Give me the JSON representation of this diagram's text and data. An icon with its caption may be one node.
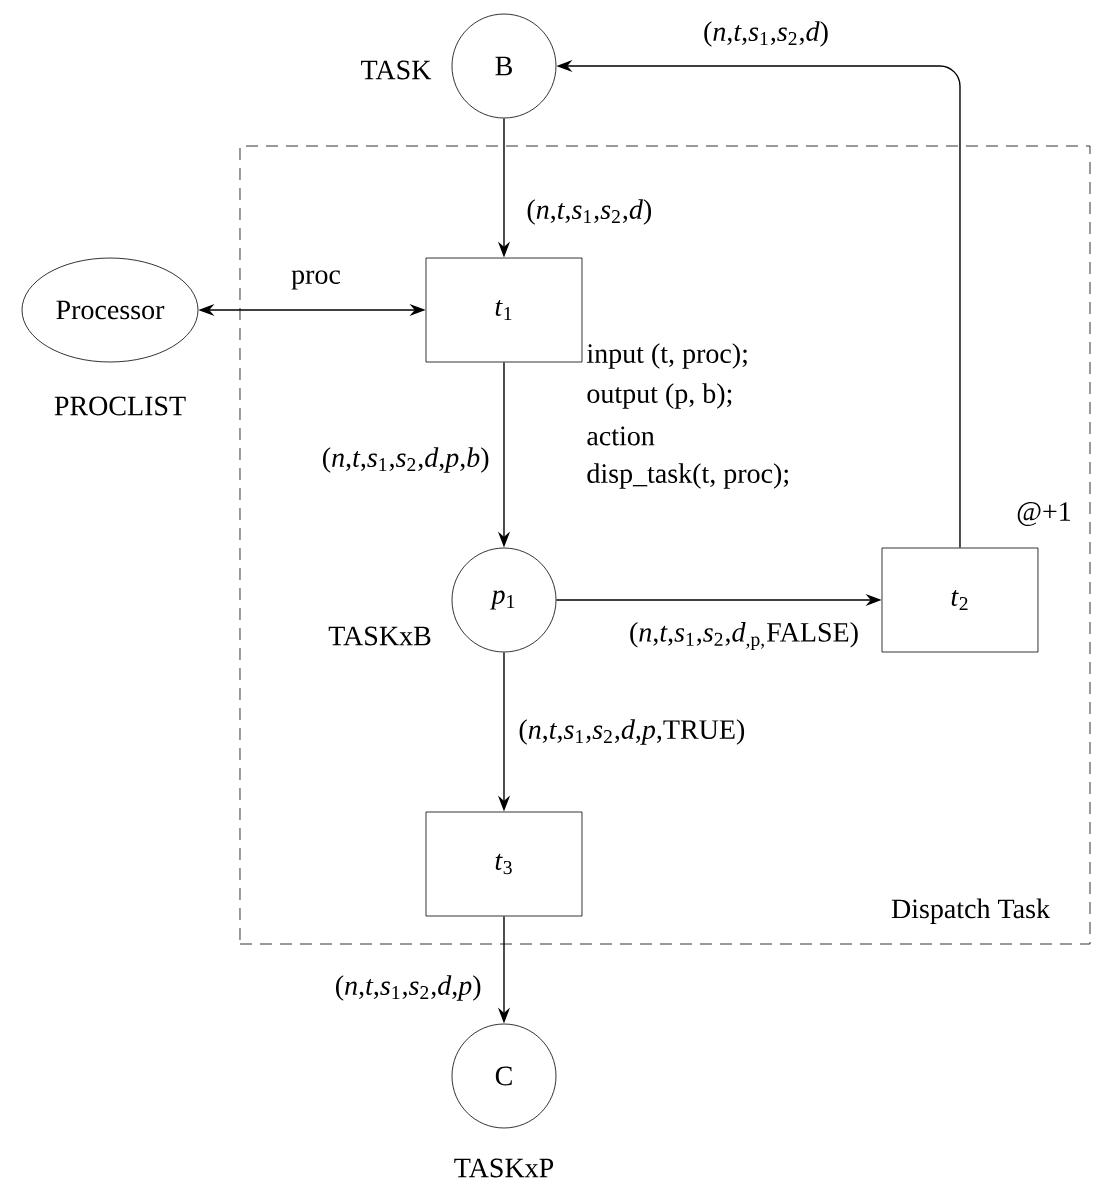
{
  "diagram": {
    "nodes": [
      {
        "text": [
          "Dispatch Task"
        ]
      },
      {
        "text": [
          "B"
        ],
        "beside": [
          "TASK"
        ]
      },
      {
        "text": [
          "Processor"
        ],
        "beside": [
          "PROCLIST"
        ]
      },
      {
        "text": [
          "*t*$_{1}$"
        ],
        "beside": [
          "input (t, proc);",
          "output (p, b);",
          "action",
          "disp_task(t, proc);"
        ],
        "in": 0
      },
      {
        "text": [
          "*p*$_{1}$"
        ],
        "beside": [
          "TASKxB"
        ],
        "in": 0
      },
      {
        "text": [
          "*t*$_{2}$"
        ],
        "beside": [
          "@+1"
        ],
        "in": 0
      },
      {
        "text": [
          "*t*$_{3}$"
        ],
        "in": 0
      },
      {
        "text": [
          "C"
        ],
        "beside": [
          "TASKxP"
        ]
      }
    ],
    "edges": [
      {
        "from": 1,
        "to": 3,
        "arrow": "to",
        "label": "(*n*,*t*,*s*$_{1}$,*s*$_{2}$,*d*)"
      },
      {
        "from": 2,
        "to": 3,
        "arrow": "both",
        "label": "proc"
      },
      {
        "from": 3,
        "to": 4,
        "arrow": "to",
        "label": "(*n*,*t*,*s*$_{1}$,*s*$_{2}$,*d*,*p*,*b*)"
      },
      {
        "from": 4,
        "to": 5,
        "arrow": "to",
        "label": "(*n*,*t*,*s*$_{1}$,*s*$_{2}$,*d*$_{,p,}$FALSE)"
      },
      {
        "from": 4,
        "to": 6,
        "arrow": "to",
        "label": "(*n*,*t*,*s*$_{1}$,*s*$_{2}$,*d*,*p*,TRUE)"
      },
      {
        "from": 6,
        "to": 7,
        "arrow": "to",
        "label": "(*n*,*t*,*s*$_{1}$,*s*$_{2}$,*d*,*p*)"
      },
      {
        "from": 5,
        "to": 1,
        "arrow": "to",
        "label": "(*n*,*t*,*s*$_{1}$,*s*$_{2}$,*d*)"
      }
    ]
  }
}
